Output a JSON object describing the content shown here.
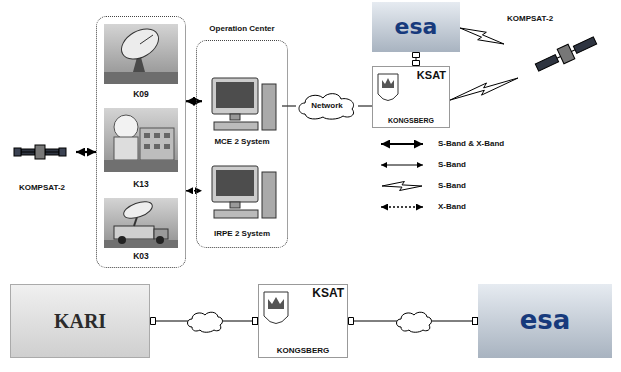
{
  "diagram": {
    "nodes": [
      {
        "text": [
          "KOMPSAT-2"
        ]
      },
      {
        "text": []
      },
      {
        "text": [
          "K09"
        ],
        "in": 1
      },
      {
        "text": [
          "K13"
        ],
        "in": 1
      },
      {
        "text": [
          "K03"
        ],
        "in": 1
      },
      {
        "text": [
          "Operation Center"
        ]
      },
      {
        "text": [
          "MCE 2 System"
        ],
        "in": 5
      },
      {
        "text": [
          "IRPE 2 System"
        ],
        "in": 5
      },
      {
        "text": [
          "Network"
        ]
      },
      {
        "text": [
          "esa"
        ]
      },
      {
        "text": [
          "KOMPSAT-2"
        ]
      },
      {
        "text": [
          "KSAT",
          "KONGSBERG"
        ]
      },
      {
        "text": [
          "KARI"
        ]
      },
      {
        "text": [
          "KSAT",
          "KONGSBERG"
        ]
      },
      {
        "text": [
          "esa"
        ]
      }
    ],
    "edges": [
      {
        "from": 0,
        "to": 1,
        "arrow": "both"
      },
      {
        "from": 1,
        "to": 6,
        "arrow": "both"
      },
      {
        "from": 1,
        "to": 7,
        "arrow": "both"
      },
      {
        "from": 6,
        "to": 8,
        "arrow": "none"
      },
      {
        "from": 8,
        "to": 11,
        "arrow": "none"
      },
      {
        "from": 9,
        "to": 11,
        "arrow": "none"
      },
      {
        "from": 10,
        "to": 9,
        "arrow": "none"
      },
      {
        "from": 10,
        "to": 11,
        "arrow": "none"
      },
      {
        "from": 12,
        "to": 13,
        "arrow": "none"
      },
      {
        "from": 13,
        "to": 14,
        "arrow": "none"
      }
    ],
    "legend": [
      {
        "text": "S-Band & X-Band"
      },
      {
        "text": "S-Band"
      },
      {
        "text": "S-Band"
      },
      {
        "text": "X-Band"
      }
    ]
  }
}
